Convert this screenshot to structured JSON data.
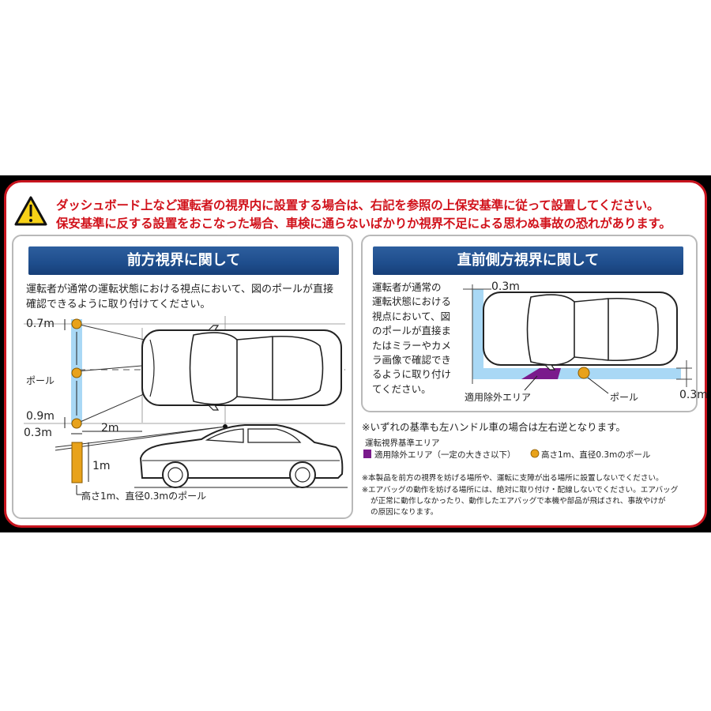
{
  "warning": {
    "icon": "warning-triangle-icon",
    "line1": "ダッシュボード上など運転者の視界内に設置する場合は、右記を参照の上保安基準に従って設置してください。",
    "line2": "保安基準に反する設置をおこなった場合、車検に通らないばかりか視界不足による思わぬ事故の恐れがあります。"
  },
  "front": {
    "title": "前方視界に関して",
    "desc1": "運転者が通常の運転状態における視点において、図のポールが直接",
    "desc2": "確認できるように取り付けてください。",
    "label_07m": "0.7m",
    "label_pole": "ポール",
    "label_09m": "0.9m",
    "label_03m": "0.3m",
    "label_2m": "2m",
    "label_1m": "1m",
    "caption": "高さ1m、直径0.3mのポール"
  },
  "side": {
    "title": "直前側方視界に関して",
    "desc": [
      "運転者が通常の",
      "運転状態における",
      "視点において、図",
      "のポールが直接ま",
      "たはミラーやカメ",
      "ラ画像で確認でき",
      "るように取り付け",
      "てください。"
    ],
    "label_03m_top": "0.3m",
    "label_03m_right": "0.3m",
    "label_exclusion": "適用除外エリア",
    "label_pole": "ポール"
  },
  "notes": {
    "left_hand": "※いずれの基準も左ハンドル車の場合は左右逆となります。",
    "legend_title": "運転視界基準エリア",
    "legend_exclusion": "適用除外エリア（一定の大きさ以下）",
    "legend_pole": "高さ1m、直径0.3mのポール",
    "n1": "※本製品を前方の視界を妨げる場所や、運転に支障が出る場所に設置しないでください。",
    "n2a": "※エアバッグの動作を妨げる場所には、絶対に取り付け・配線しないでください。エアバッグ",
    "n2b": "が正常に動作しなかったり、動作したエアバッグで本機や部品が飛ばされ、事故やけが",
    "n2c": "の原因になります。"
  },
  "colors": {
    "warning_red": "#d1121b",
    "title_blue": "#1e4d8c",
    "area_blue": "#a9d8f5",
    "exclusion_purple": "#7a1a8c",
    "pole_orange": "#e8a21a"
  }
}
